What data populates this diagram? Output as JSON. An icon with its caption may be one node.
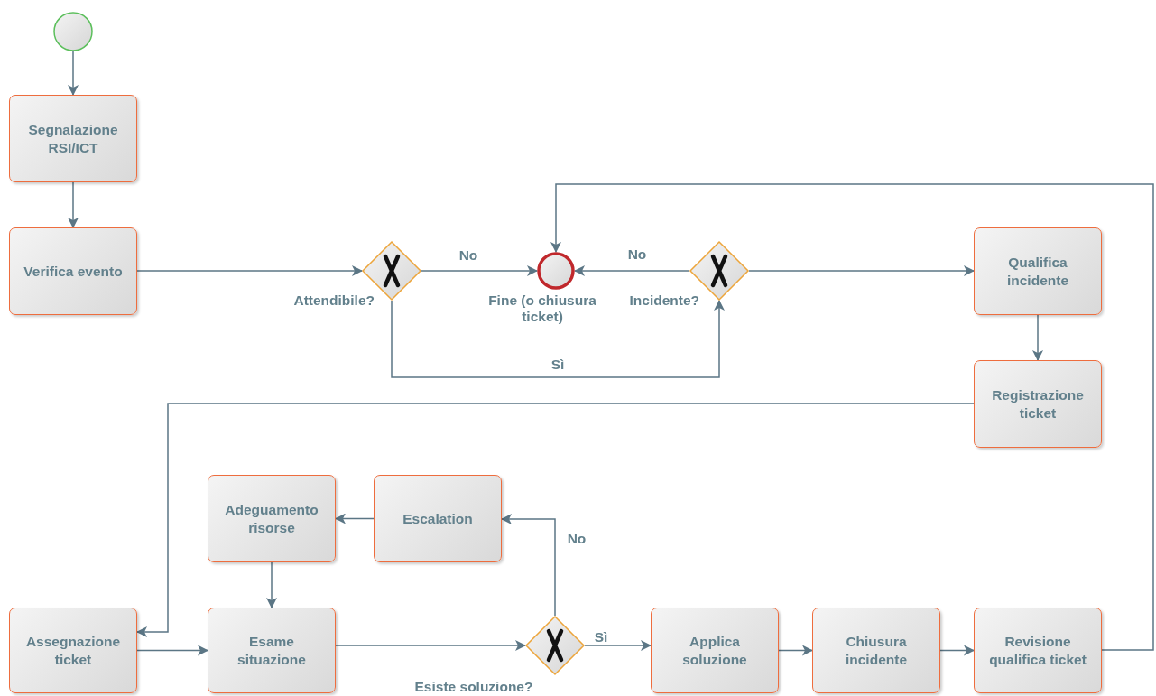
{
  "diagram": {
    "nodes": [
      {
        "text": [],
        "shape": "circle"
      },
      {
        "text": [
          "Segnalazione RSI/ICT"
        ]
      },
      {
        "text": [
          "Verifica evento"
        ]
      },
      {
        "text": [],
        "shape": "diamond",
        "beside": [
          "Attendibile?"
        ]
      },
      {
        "text": [],
        "shape": "circle",
        "beside": [
          "Fine (o chiusura ticket)"
        ]
      },
      {
        "text": [],
        "shape": "diamond",
        "beside": [
          "Incidente?"
        ]
      },
      {
        "text": [
          "Qualifica incidente"
        ]
      },
      {
        "text": [
          "Registrazione ticket"
        ]
      },
      {
        "text": [
          "Assegnazione ticket"
        ]
      },
      {
        "text": [
          "Adeguamento risorse"
        ]
      },
      {
        "text": [
          "Escalation"
        ]
      },
      {
        "text": [
          "Esame situazione"
        ]
      },
      {
        "text": [],
        "shape": "diamond",
        "beside": [
          "Esiste soluzione?"
        ]
      },
      {
        "text": [
          "Applica soluzione"
        ]
      },
      {
        "text": [
          "Chiusura incidente"
        ]
      },
      {
        "text": [
          "Revisione qualifica ticket"
        ]
      }
    ],
    "edges": [
      {
        "from": 0,
        "to": 1,
        "arrow": "to"
      },
      {
        "from": 1,
        "to": 2,
        "arrow": "to"
      },
      {
        "from": 2,
        "to": 3,
        "arrow": "to"
      },
      {
        "from": 3,
        "to": 4,
        "arrow": "to",
        "label": "No"
      },
      {
        "from": 5,
        "to": 4,
        "arrow": "to",
        "label": "No"
      },
      {
        "from": 3,
        "to": 5,
        "arrow": "to",
        "label": "Sì"
      },
      {
        "from": 5,
        "to": 6,
        "arrow": "to"
      },
      {
        "from": 6,
        "to": 7,
        "arrow": "to"
      },
      {
        "from": 7,
        "to": 8,
        "arrow": "to"
      },
      {
        "from": 8,
        "to": 11,
        "arrow": "to"
      },
      {
        "from": 11,
        "to": 12,
        "arrow": "to"
      },
      {
        "from": 12,
        "to": 13,
        "arrow": "to",
        "label": "Sì"
      },
      {
        "from": 12,
        "to": 10,
        "arrow": "to",
        "label": "No"
      },
      {
        "from": 10,
        "to": 9,
        "arrow": "to"
      },
      {
        "from": 9,
        "to": 11,
        "arrow": "to"
      },
      {
        "from": 13,
        "to": 14,
        "arrow": "to"
      },
      {
        "from": 14,
        "to": 15,
        "arrow": "to"
      },
      {
        "from": 15,
        "to": 4,
        "arrow": "to"
      }
    ]
  }
}
